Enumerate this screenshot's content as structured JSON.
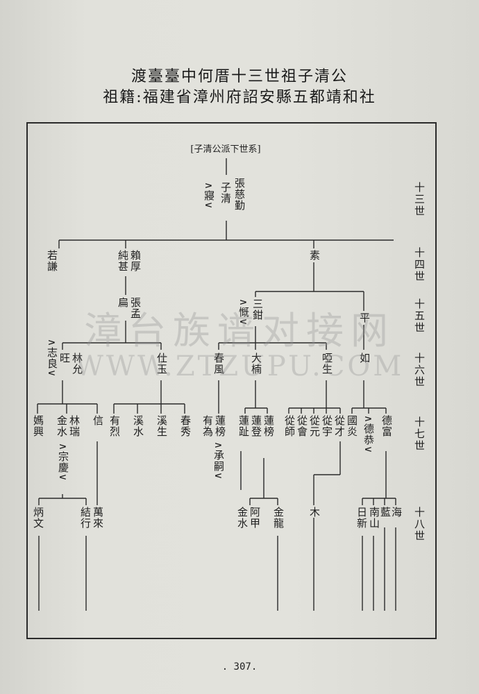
{
  "title": "渡臺臺中何厝十三世祖子清公",
  "subtitle": "祖籍:福建省漳州府詔安縣五都靖和社",
  "lineage_label": "[子清公派下世系]",
  "generations": [
    "十三世",
    "十四世",
    "十五世",
    "十六世",
    "十七世",
    "十八世"
  ],
  "nodes": {
    "g13_zhang": "張慈勤",
    "g13_ziqing": "子清",
    "g13_qin": "∧寢∨",
    "g14_ruo": "若謙",
    "g14_chun": "純甚",
    "g14_lai": "賴厚",
    "g14_su": "素",
    "g15_bian": "扁",
    "g15_zhang": "張孟",
    "g15_san": "三鉗",
    "g15_kai": "∧慨∨",
    "g15_ping": "平",
    "g16_zhi": "∧志良∨",
    "g16_wang": "旺",
    "g16_lin": "林允",
    "g16_shi": "仕玉",
    "g16_chun": "春風",
    "g16_da": "大楠",
    "g16_yasheng": "啞生",
    "g16_ru": "如",
    "g17_ma": "媽興",
    "g17_jin": "金水",
    "g17_lin": "林瑞",
    "g17_zongqing": "∧宗慶∨",
    "g17_xin": "信",
    "g17_youlie": "有烈",
    "g17_xishui": "溪水",
    "g17_xisheng": "溪生",
    "g17_chunxiu": "春秀",
    "g17_youwei": "有為",
    "g17_lianbang": "蓮榜",
    "g17_chengsi": "∧承嗣∨",
    "g17_lianzhi": "蓮趾",
    "g17_liandeng": "蓮登",
    "g17_lianbang2": "蓮榜",
    "g17_congshi": "從師",
    "g17_conghui": "從會",
    "g17_congyuan": "從元",
    "g17_congyu": "從宇",
    "g17_congcai": "從才",
    "g17_guoyan": "國炎",
    "g17_degong": "∧德恭∨",
    "g17_defu": "德富",
    "g18_bingwen": "炳文",
    "g18_jiexing": "結行",
    "g18_wanlai": "萬來",
    "g18_jinshui": "金水",
    "g18_ajia": "阿甲",
    "g18_jinlong": "金龍",
    "g18_mu": "木",
    "g18_rixin": "日新",
    "g18_nanshan": "南山",
    "g18_lan": "藍",
    "g18_hai": "海"
  },
  "watermark": {
    "cn": "漳台族谱对接网",
    "url": "WWW.ZTZUPU.COM"
  },
  "page_number": ". 307."
}
